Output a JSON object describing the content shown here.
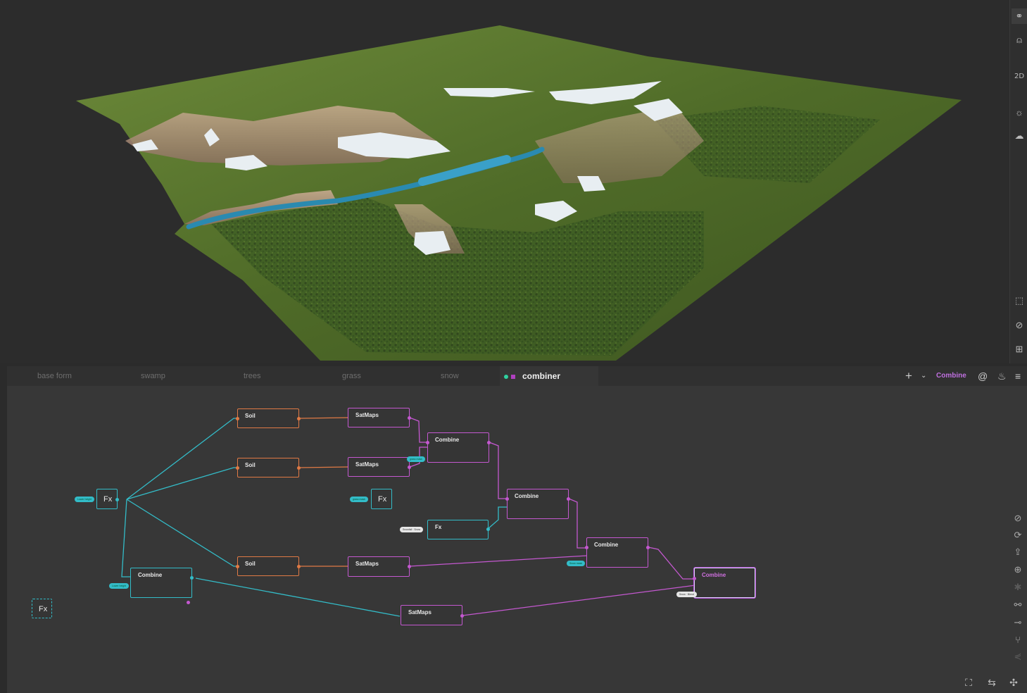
{
  "viewport": {
    "toolbar": {
      "view_2d_label": "2D"
    },
    "terrain_colors": {
      "grass": "#5c7a2e",
      "rock": "#b89a80",
      "snow": "#e8eef2",
      "water": "#2a8ab0",
      "forest": "#2d4a1c"
    }
  },
  "tabs": [
    {
      "label": "base form",
      "active": false
    },
    {
      "label": "swamp",
      "active": false
    },
    {
      "label": "trees",
      "active": false
    },
    {
      "label": "grass",
      "active": false
    },
    {
      "label": "snow",
      "active": false
    },
    {
      "label": "combiner",
      "active": true
    }
  ],
  "tabbar_right": {
    "add_icon": "plus-icon",
    "node_label": "Combine"
  },
  "nodes": {
    "fx_main": "Fx",
    "fx_mid": "Fx",
    "fx_snow": "Fx",
    "fx_corner": "Fx",
    "soil_1": "Soil",
    "soil_2": "Soil",
    "soil_3": "Soil",
    "satmaps_1": "SatMaps",
    "satmaps_2": "SatMaps",
    "satmaps_3": "SatMaps",
    "satmaps_4": "SatMaps",
    "combine_1": "Combine",
    "combine_2": "Combine",
    "combine_3": "Combine",
    "combine_4": "Combine",
    "combine_left": "Combine"
  },
  "pills": {
    "fx_main_input": "Lower height",
    "fx_mid_input": "grass mask",
    "fx_snow_input": "Snowfall · Snow",
    "combine_1_input": "grass mask",
    "combine_3_input": "Snow mask",
    "combine_final_input": "Snow · Blend",
    "combine_left_input": "Lower height"
  },
  "colors": {
    "teal": "#33bcc8",
    "soil": "#e07a45",
    "satmaps": "#c458d0",
    "accent": "#c070e0"
  }
}
